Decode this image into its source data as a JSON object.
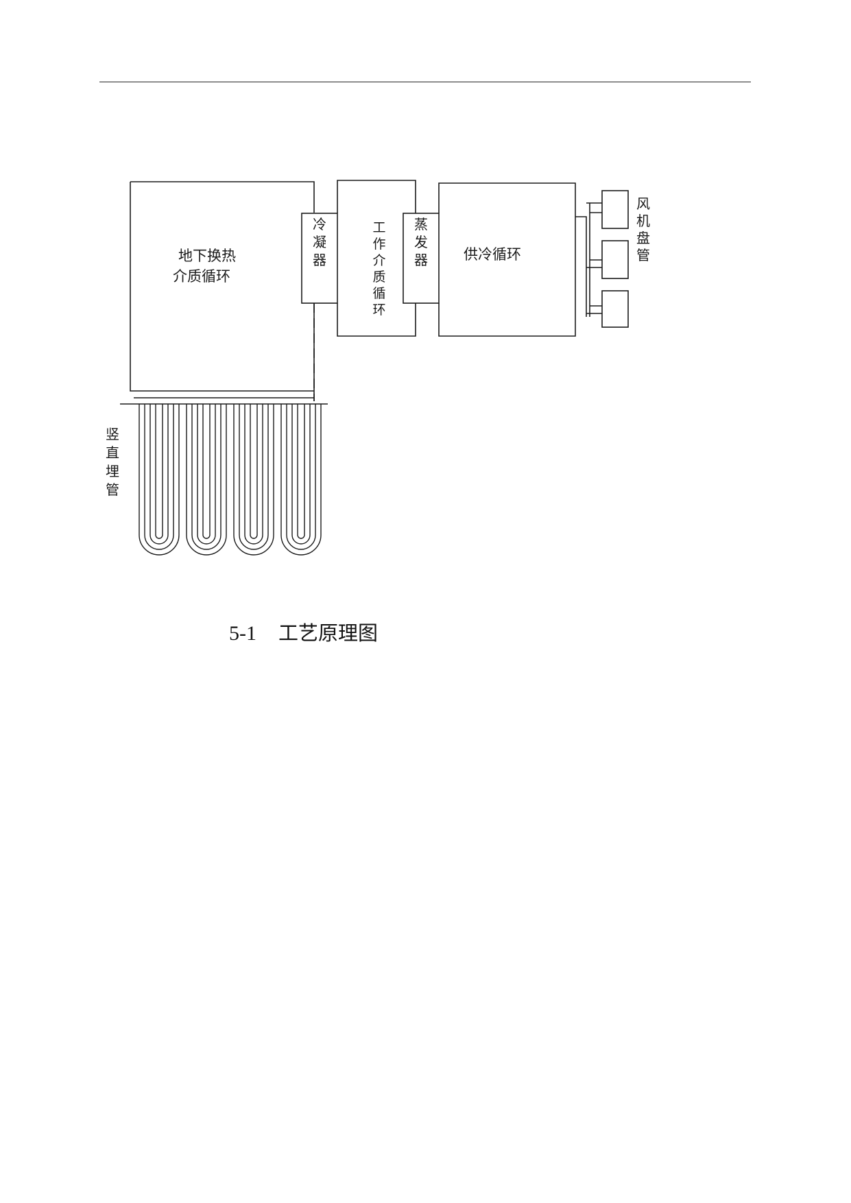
{
  "diagram": {
    "blocks": {
      "ground_loop": [
        "地下换热",
        "介质循环"
      ],
      "condenser": "冷凝器",
      "working_medium": "工作介质循环",
      "evaporator": "蒸发器",
      "supply_loop": "供冷循环",
      "fan_coil": "风机盘管",
      "vertical_pipe": "竖直埋管"
    }
  },
  "caption": {
    "number": "5-1",
    "title": "工艺原理图"
  },
  "colors": {
    "line": "#1a1a1a",
    "background": "#ffffff"
  }
}
